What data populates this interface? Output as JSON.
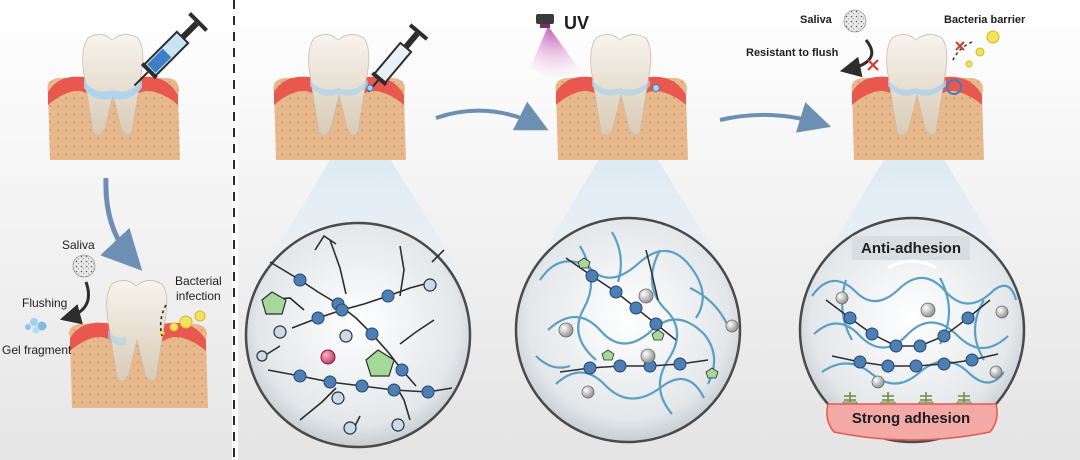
{
  "left_panel": {
    "saliva": "Saliva",
    "flushing": "Flushing",
    "gel_fragment": "Gel fragment",
    "bacterial_infection_line1": "Bacterial",
    "bacterial_infection_line2": "infection"
  },
  "uv_stage": {
    "uv": "UV"
  },
  "final_stage": {
    "saliva": "Saliva",
    "bacteria_barrier": "Bacteria barrier",
    "resistant_to_flush": "Resistant to flush",
    "anti_adhesion": "Anti-adhesion",
    "strong_adhesion": "Strong adhesion"
  },
  "colors": {
    "gum": "#e8584f",
    "bone": "#e8b98d",
    "tooth": "#f1ece3",
    "gel": "#a9d3ee",
    "polymer_blue": "#4d7fb5",
    "strand": "#5b9fc4",
    "dark_line": "#2d2d2d",
    "arrow": "#6d8fb4"
  }
}
